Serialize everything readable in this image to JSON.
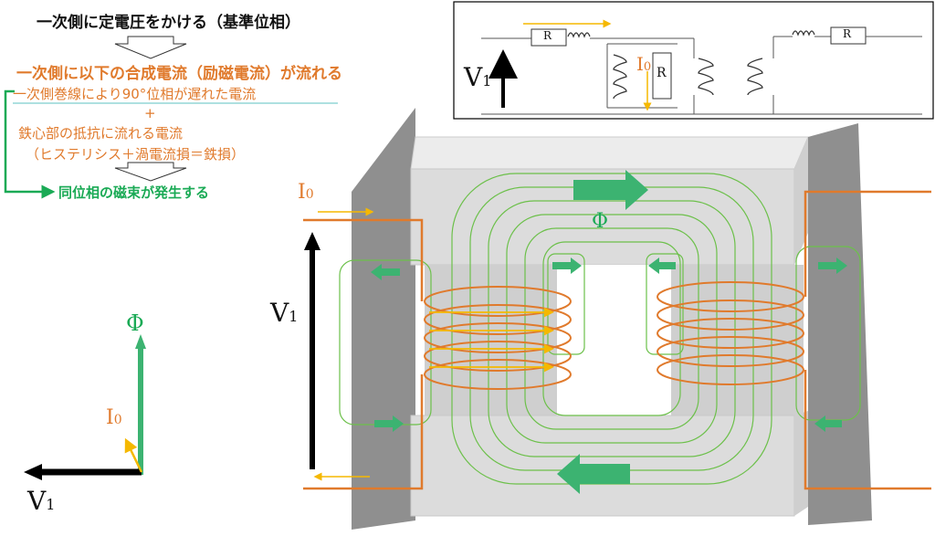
{
  "steps": {
    "primary_voltage": "一次側に定電圧をかける（基準位相）",
    "exciting_current": "一次側に以下の合成電流（励磁電流）が流れる",
    "lag_current": "一次側巻線により90°位相が遅れた電流",
    "plus": "+",
    "iron_current": "鉄心部の抵抗に流れる電流",
    "iron_loss": "（ヒステリシス＋渦電流損＝鉄損）",
    "flux_result": "同位相の磁束が発生する"
  },
  "phasor": {
    "phi": "Φ",
    "i0": "I",
    "i0_sub": "0",
    "v1": "V",
    "v1_sub": "1"
  },
  "circuit": {
    "resistor_left": "R",
    "resistor_shunt": "R",
    "resistor_right": "R",
    "i0": "I",
    "i0_sub": "0",
    "v1": "V",
    "v1_sub": "1"
  },
  "core": {
    "phi": "Φ",
    "i0": "I",
    "i0_sub": "0",
    "v1": "V",
    "v1_sub": "1"
  },
  "colors": {
    "orange": "#e07a2c",
    "green": "#1aaa55",
    "flux_arrow": "#3cb371",
    "yellow": "#f5b800",
    "core": "#d9d9d9",
    "plate": "#9a9a9a"
  }
}
